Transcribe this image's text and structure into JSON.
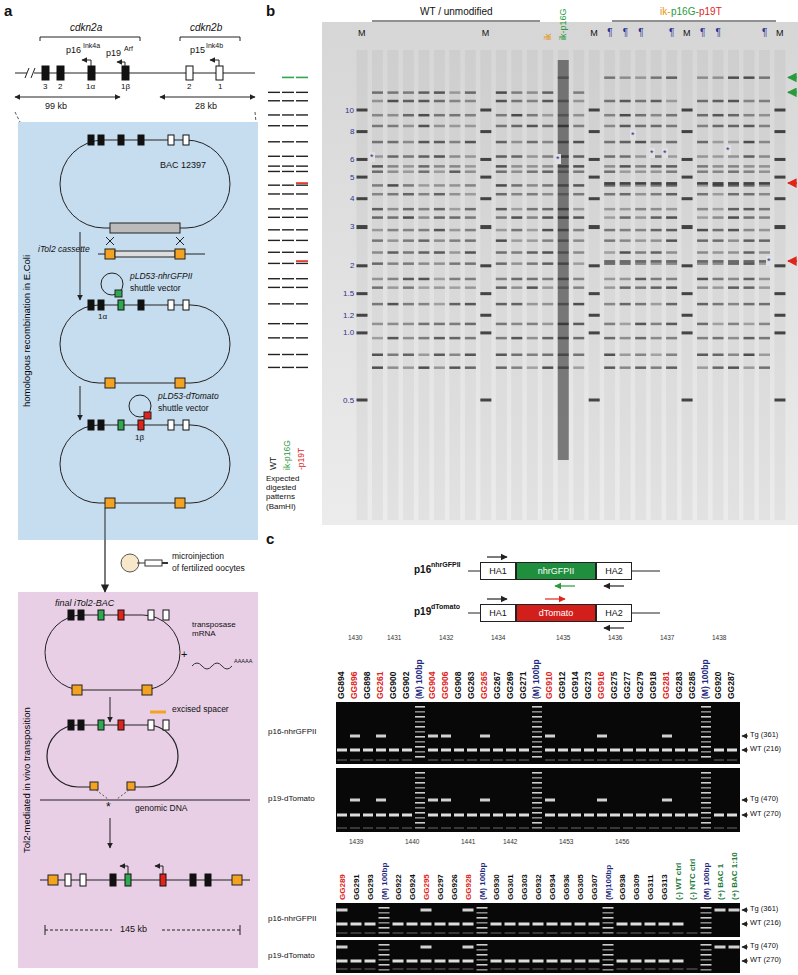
{
  "diagram": {
    "nodes": [
      {
        "text": [
          "homologous recombination in E.Coli"
        ]
      },
      {
        "text": [
          "Tol2-mediated in vivo transposition"
        ]
      },
      {
        "text": [
          "HA1"
        ]
      },
      {
        "text": [
          "nhrGFPII"
        ]
      },
      {
        "text": [
          "HA2"
        ]
      },
      {
        "text": [
          "HA1"
        ]
      },
      {
        "text": [
          "dTomato"
        ]
      },
      {
        "text": [
          "HA2"
        ]
      }
    ],
    "edges": [
      {
        "from": 0,
        "to": 1,
        "arrow": "to"
      }
    ],
    "labels": [
      "a",
      "cdkn2a",
      "cdkn2b",
      "p16",
      "Ink4a",
      "p19",
      "Arf",
      "p15",
      "Ink4b",
      "3",
      "2",
      "1α",
      "1β",
      "2",
      "1",
      "99 kb",
      "28 kb",
      "BAC 12397",
      "iTol2 cassette",
      "pLD53-nhrGFPII",
      "shuttle vector",
      "1α",
      "pLD53-dTomato",
      "shuttle vector",
      "1β",
      "microinjection",
      "of fertilized oocytes",
      "final iTol2-BAC",
      "transposase mRNA",
      "+",
      "AAAAA",
      "excised spacer",
      "*",
      "genomic DNA",
      "145 kb",
      "b",
      "WT / unmodified",
      "ik",
      "ik-p16G",
      "ik-",
      "p16G-",
      "p19T",
      "M",
      "M",
      "M",
      "M",
      "M",
      "10",
      "8",
      "6",
      "5",
      "4",
      "3",
      "2",
      "1.5",
      "1.2",
      "1.0",
      "0.5",
      "¶",
      "¶",
      "¶",
      "¶",
      "¶",
      "¶",
      "¶",
      "*",
      "*",
      "*",
      "*",
      "*",
      "*",
      "*",
      "WT",
      "ik-p16G",
      "-p19T",
      "Expected digested patterns (BamHI)",
      "c",
      "p16",
      "nhrGFPII",
      "p19",
      "dTomato",
      "1430",
      "1431",
      "1432",
      "1434",
      "1435",
      "1436",
      "1437",
      "1438",
      "GG894",
      "GG896",
      "GG898",
      "GG261",
      "GG900",
      "GG902",
      "(M) 100bp",
      "GG904",
      "GG906",
      "GG908",
      "GG263",
      "GG265",
      "GG267",
      "GG269",
      "GG271",
      "(M) 100bp",
      "GG910",
      "GG912",
      "GG914",
      "GG273",
      "GG916",
      "GG275",
      "GG277",
      "GG279",
      "GG918",
      "GG281",
      "GG283",
      "GG285",
      "(M) 100bp",
      "GG920",
      "GG287",
      "1439",
      "1440",
      "1441",
      "1442",
      "1453",
      "1456",
      "GG289",
      "GG291",
      "GG293",
      "(M) 100bp",
      "GG922",
      "GG924",
      "GG295",
      "GG297",
      "GG926",
      "GG928",
      "(M) 100bp",
      "GG930",
      "GG301",
      "GG303",
      "GG932",
      "GG934",
      "GG936",
      "GG305",
      "GG307",
      "(M)100bp",
      "GG938",
      "GG309",
      "GG311",
      "GG313",
      "(-) WT ctrl",
      "(-) NTC ctrl",
      "(M) 100bp",
      "(+) BAC 1",
      "(+) BAC 1:10",
      "p16-nhrGFPII",
      "p19-dTomato",
      "Tg (361)",
      "WT (216)",
      "Tg (470)",
      "WT (270)",
      "p16-nhrGFPII",
      "p19-dTomato",
      "Tg (361)",
      "WT (216)",
      "Tg (470)",
      "WT (270)"
    ]
  }
}
